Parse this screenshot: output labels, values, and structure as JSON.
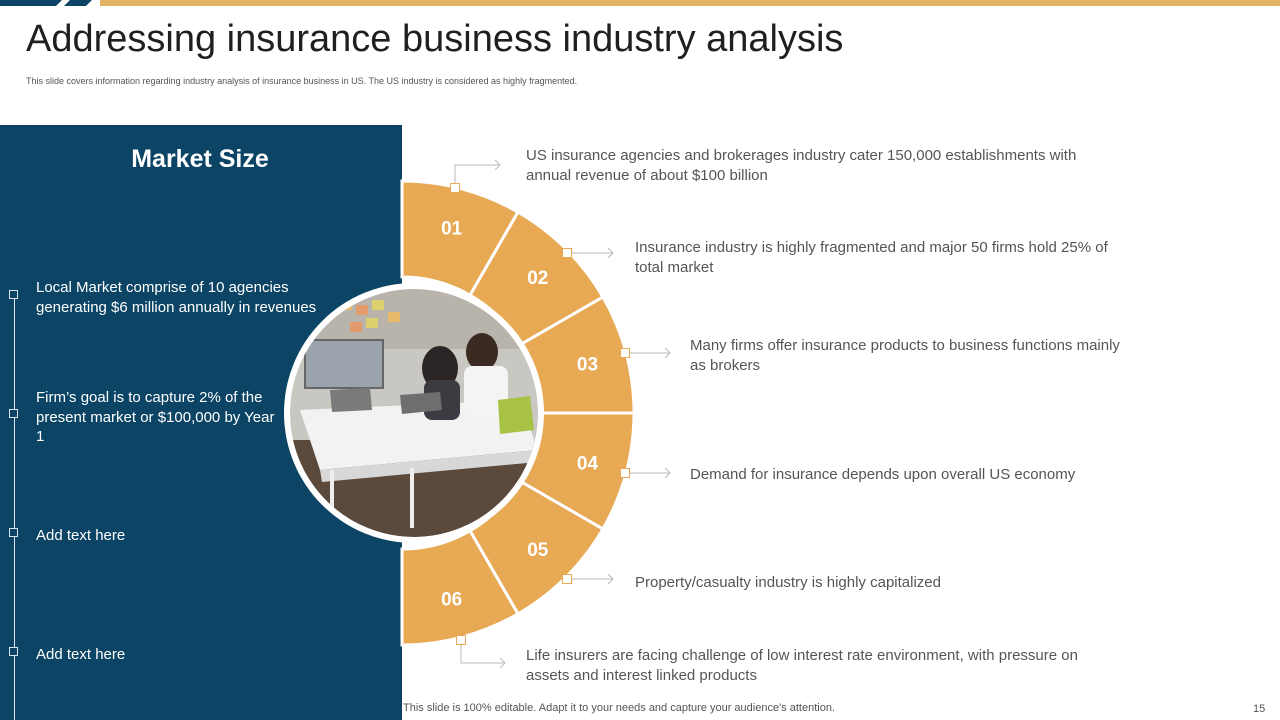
{
  "title": "Addressing insurance business industry analysis",
  "subtitle": "This slide covers information regarding industry analysis of insurance business in US. The US industry is considered as highly fragmented.",
  "colors": {
    "accent": "#e8a955",
    "panel": "#0b4465",
    "top_bar": "#e3b365"
  },
  "left_panel": {
    "title": "Market Size",
    "items": [
      {
        "text": "Local Market comprise of 10 agencies generating $6 million annually  in revenues"
      },
      {
        "text": "Firm’s goal is to capture 2% of the present market or $100,000 by Year 1"
      },
      {
        "text": "Add text here"
      },
      {
        "text": "Add text here"
      }
    ]
  },
  "segments": [
    {
      "num": "01",
      "text": "US insurance agencies and brokerages industry  cater 150,000 establishments with annual revenue  of about $100 billion"
    },
    {
      "num": "02",
      "text": "Insurance  industry  is highly fragmented and major 50 firms hold 25% of total market"
    },
    {
      "num": "03",
      "text": "Many firms offer insurance products to business functions mainly as brokers"
    },
    {
      "num": "04",
      "text": "Demand for insurance depends upon overall US economy"
    },
    {
      "num": "05",
      "text": "Property/casualty  industry is highly capitalized"
    },
    {
      "num": "06",
      "text": "Life insurers are facing challenge of low interest rate environment,  with pressure on assets and interest linked products"
    }
  ],
  "photo": {
    "icon": "meeting-photo"
  },
  "footer": "This slide is 100% editable. Adapt it to your needs and capture your audience's attention.",
  "page_number": "15"
}
